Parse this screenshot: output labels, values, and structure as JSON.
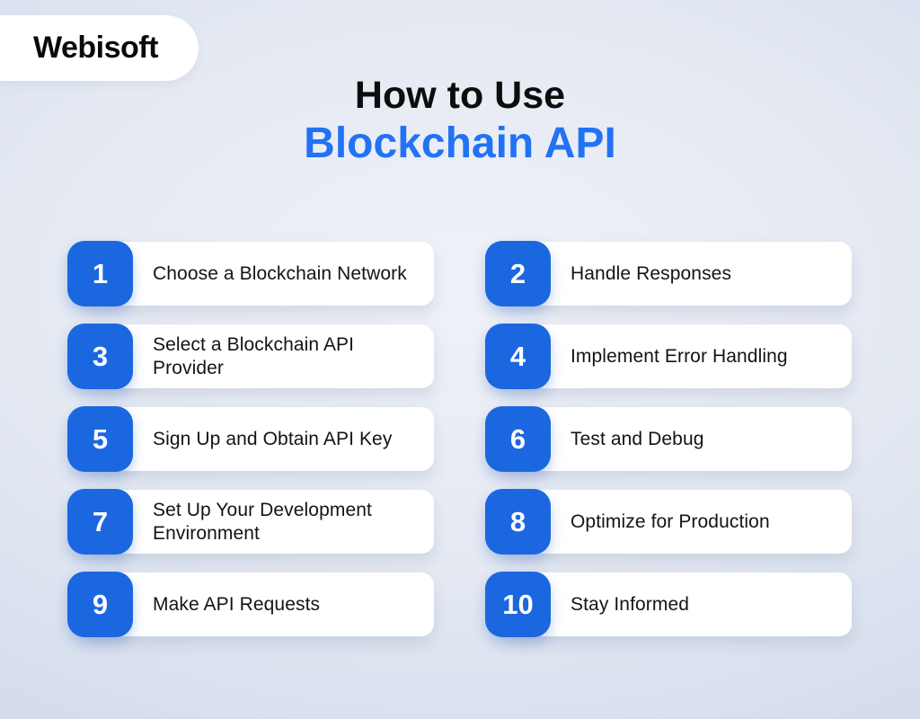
{
  "colors": {
    "badge_blue": "#1a67e0",
    "title_blue": "#2272f4",
    "card_white": "#ffffff",
    "text_dark": "#141414",
    "background_edge": "#c9d4e9",
    "background_center": "#eff1f8"
  },
  "logo": {
    "text": "Webisoft"
  },
  "title": {
    "line1": "How to Use",
    "line2": "Blockchain API"
  },
  "steps": [
    {
      "number": "1",
      "label": "Choose a Blockchain Network"
    },
    {
      "number": "2",
      "label": "Handle Responses"
    },
    {
      "number": "3",
      "label": "Select a Blockchain API\nProvider"
    },
    {
      "number": "4",
      "label": "Implement Error Handling"
    },
    {
      "number": "5",
      "label": "Sign Up and Obtain API Key"
    },
    {
      "number": "6",
      "label": "Test and Debug"
    },
    {
      "number": "7",
      "label": "Set Up Your Development\nEnvironment"
    },
    {
      "number": "8",
      "label": "Optimize for Production"
    },
    {
      "number": "9",
      "label": "Make API Requests"
    },
    {
      "number": "10",
      "label": "Stay Informed"
    }
  ]
}
